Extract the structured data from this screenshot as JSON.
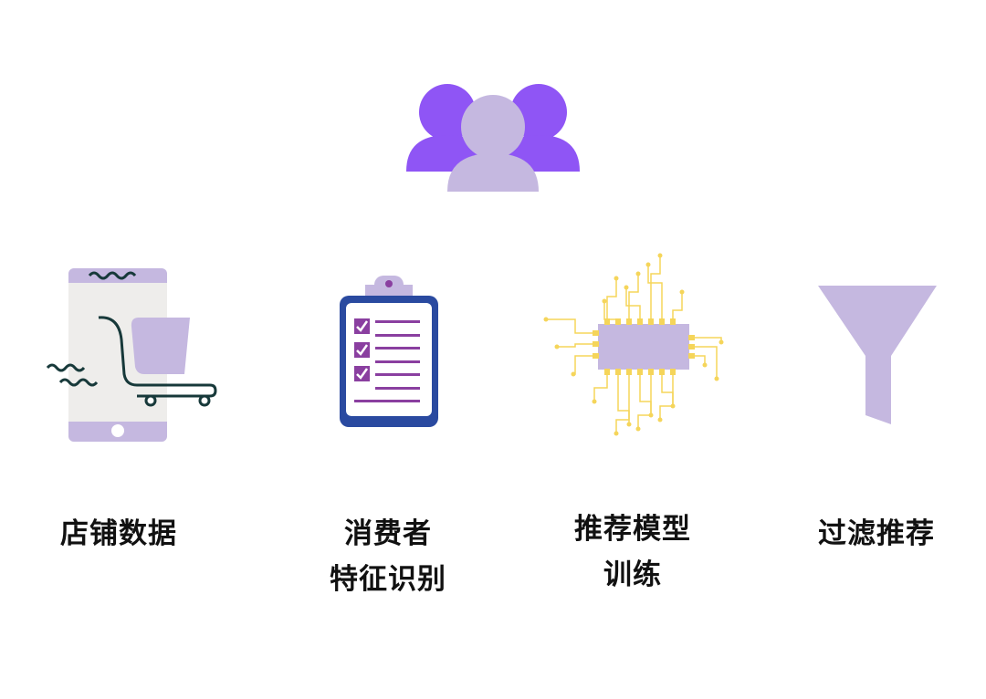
{
  "steps": [
    {
      "label_lines": [
        "店铺数据"
      ],
      "icon": "phone-cart-icon"
    },
    {
      "label_lines": [
        "消费者",
        "特征识别"
      ],
      "icon": "clipboard-checklist-icon"
    },
    {
      "label_lines": [
        "推荐模型",
        "训练"
      ],
      "icon": "chip-icon"
    },
    {
      "label_lines": [
        "过滤推荐"
      ],
      "icon": "funnel-icon"
    }
  ],
  "colors": {
    "purple": "#8f55f5",
    "lavender": "#c5b8e0",
    "navy": "#2a4aa0",
    "check": "#8a3fa0",
    "gold": "#f5d55a",
    "dark": "#17393a"
  }
}
